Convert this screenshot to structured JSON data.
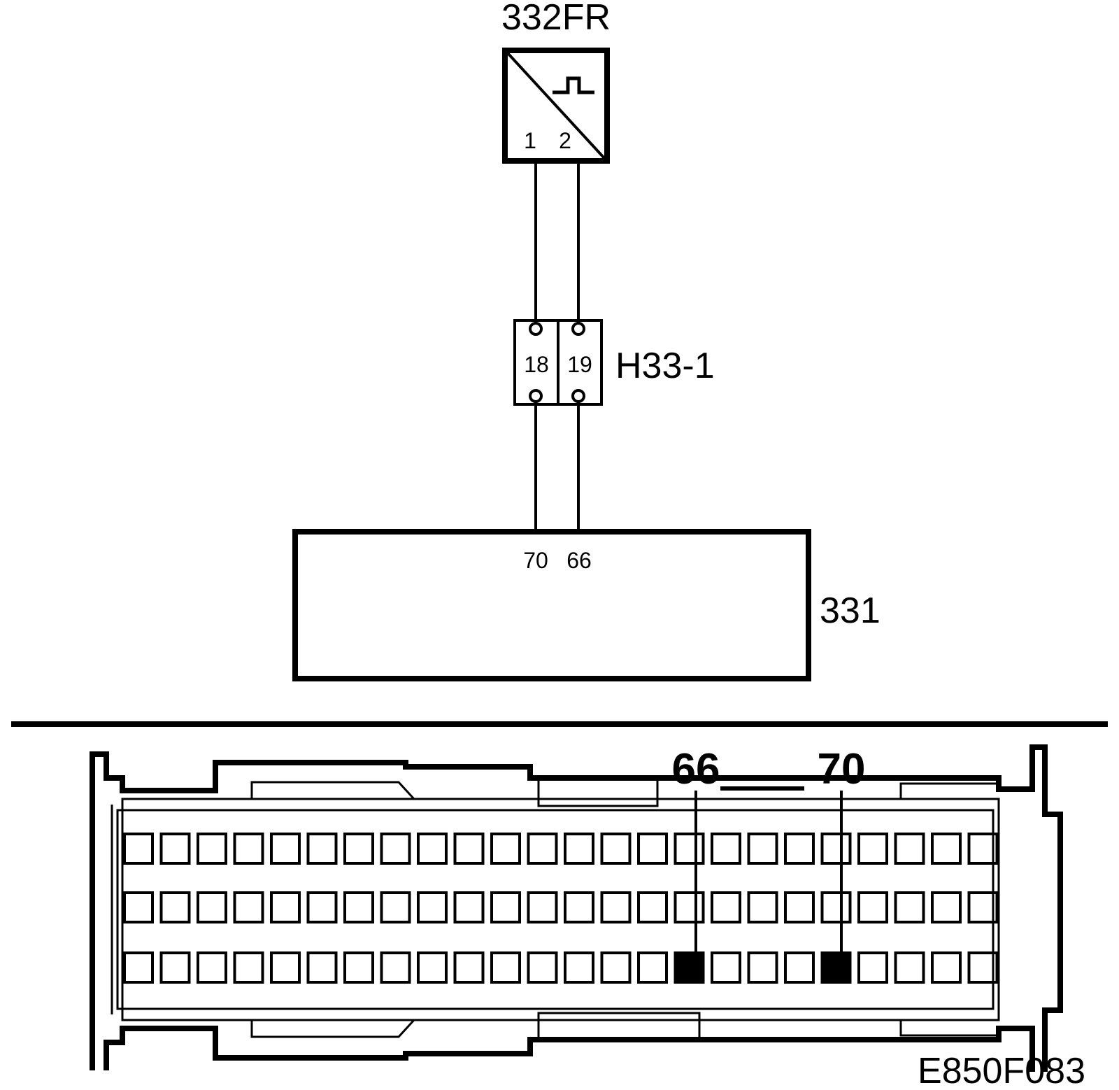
{
  "sensor": {
    "id": "332FR",
    "pin_left": "1",
    "pin_right": "2"
  },
  "junction": {
    "id": "H33-1",
    "pin_left": "18",
    "pin_right": "19"
  },
  "ecu": {
    "id": "331",
    "pin_left": "70",
    "pin_right": "66"
  },
  "connector": {
    "callout_a": "66",
    "callout_b": "70",
    "highlight_color": "#000000"
  },
  "figure_code": "E850F083"
}
